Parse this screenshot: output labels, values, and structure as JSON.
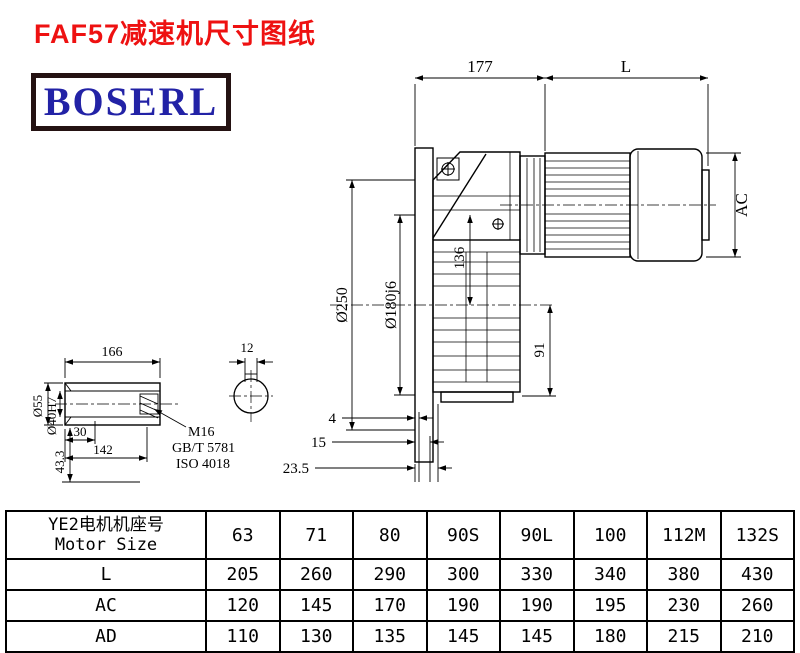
{
  "page": {
    "title": "FAF57减速机尺寸图纸",
    "logo": "BOSERL"
  },
  "drawing": {
    "dim177": "177",
    "dimL": "L",
    "dimAC": "AC",
    "dia250": "Ø250",
    "dia180": "Ø180j6",
    "dim136": "136",
    "dim91": "91",
    "dim4": "4",
    "dim15": "15",
    "dim23_5": "23.5",
    "detail": {
      "dim166": "166",
      "dim12": "12",
      "dia55": "Ø55",
      "dia40": "Ø40H7",
      "dim30": "30",
      "dim142": "142",
      "dim43_3": "43.3",
      "m16": "M16",
      "gb": "GB/T 5781",
      "iso": "ISO 4018"
    }
  },
  "table": {
    "header": {
      "label_line1": "YE2电机机座号",
      "label_line2": "Motor Size",
      "sizes": [
        "63",
        "71",
        "80",
        "90S",
        "90L",
        "100",
        "112M",
        "132S"
      ]
    },
    "rows": [
      {
        "label": "L",
        "values": [
          "205",
          "260",
          "290",
          "300",
          "330",
          "340",
          "380",
          "430"
        ]
      },
      {
        "label": "AC",
        "values": [
          "120",
          "145",
          "170",
          "190",
          "190",
          "195",
          "230",
          "260"
        ]
      },
      {
        "label": "AD",
        "values": [
          "110",
          "130",
          "135",
          "145",
          "145",
          "180",
          "215",
          "210"
        ]
      }
    ]
  }
}
